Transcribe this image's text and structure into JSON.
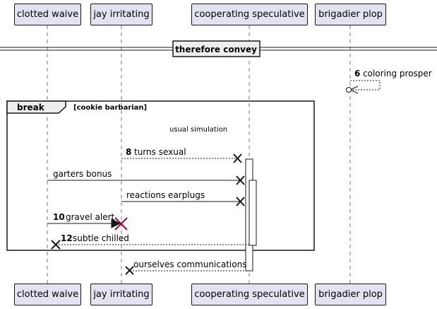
{
  "participants": [
    {
      "name": "clotted waive"
    },
    {
      "name": "jay irritating"
    },
    {
      "name": "cooperating speculative"
    },
    {
      "name": "brigadier plop"
    }
  ],
  "divider": {
    "label": "therefore convey"
  },
  "fragment": {
    "keyword": "break",
    "condition": "[cookie barbarian]"
  },
  "note": {
    "text": "usual simulation"
  },
  "messages": [
    {
      "number": "6",
      "text": "coloring prosper"
    },
    {
      "number": "8",
      "text": "turns sexual"
    },
    {
      "number": "",
      "text": "garters bonus"
    },
    {
      "number": "",
      "text": "reactions earplugs"
    },
    {
      "number": "10",
      "text": "gravel alert"
    },
    {
      "number": "12",
      "text": "subtle chilled"
    },
    {
      "number": "",
      "text": "ourselves communications"
    }
  ],
  "colors": {
    "participant_fill": "#E2E2F0",
    "line": "#181818",
    "destroy_mark": "#A80036"
  }
}
